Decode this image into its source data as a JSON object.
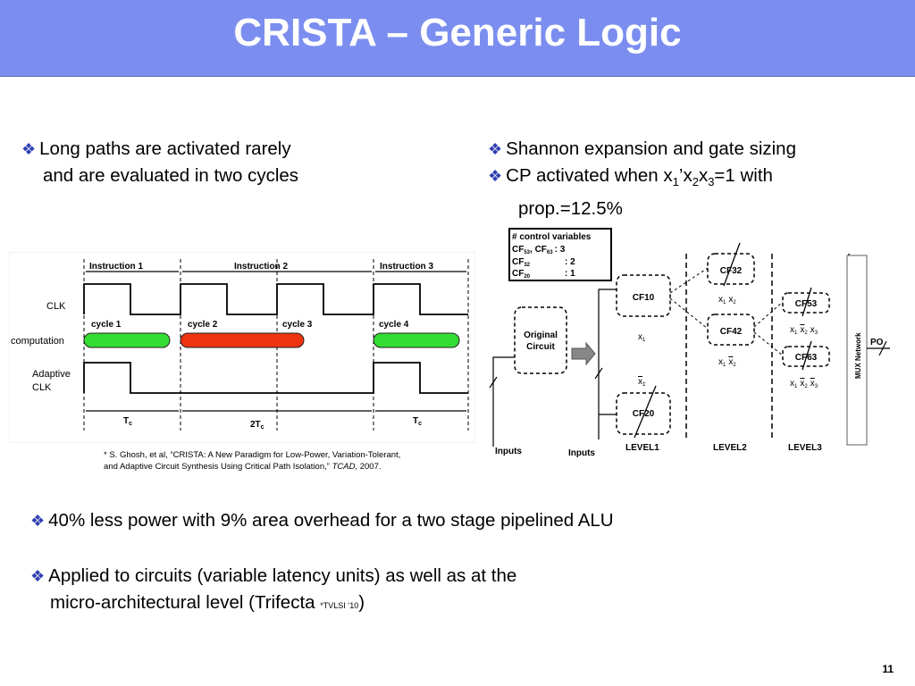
{
  "title": "CRISTA – Generic Logic",
  "left_bullet": {
    "icon": "diamond-bullet-icon",
    "line1": "Long paths are activated rarely",
    "line2": "and are evaluated in two cycles"
  },
  "right_bullets": {
    "b1": "Shannon expansion and gate sizing",
    "b2_pre": "CP activated when x",
    "b2_sub1": "1",
    "b2_mid1": "’x",
    "b2_sub2": "2",
    "b2_mid2": "x",
    "b2_sub3": "3",
    "b2_post": "=1 with",
    "b2_line2": "prop.=12.5%"
  },
  "timing": {
    "instr1": "Instruction 1",
    "instr2": "Instruction 2",
    "instr3": "Instruction 3",
    "clk": "CLK",
    "computation": "computation",
    "adaptive1": "Adaptive",
    "adaptive2": "CLK",
    "cycle1": "cycle 1",
    "cycle2": "cycle 2",
    "cycle3": "cycle 3",
    "cycle4": "cycle 4",
    "tc": "T",
    "tc_sub": "c",
    "two": "2T",
    "colors": {
      "green": "#33dd33",
      "red": "#ee3311"
    }
  },
  "citation": {
    "line1": "* S. Ghosh, et al, “CRISTA: A New Paradigm for Low-Power, Variation-Tolerant,",
    "line2_pre": "and Adaptive Circuit Synthesis Using Critical Path Isolation,”",
    "line2_it": "TCAD,",
    "line2_post": "2007."
  },
  "shannon": {
    "cv_title": "# control variables",
    "cv_r1a": "CF",
    "cv_r1s": "53",
    "cv_r1b": ", CF",
    "cv_r1s2": "63",
    "cv_r1v": ": 3",
    "cv_r2a": "CF",
    "cv_r2s": "32",
    "cv_r2v": ": 2",
    "cv_r3a": "CF",
    "cv_r3s": "20",
    "cv_r3v": ": 1",
    "orig1": "Original",
    "orig2": "Circuit",
    "cf10": "CF10",
    "cf20": "CF20",
    "cf32": "CF32",
    "cf42": "CF42",
    "cf53": "CF53",
    "cf63": "CF63",
    "x1": "x",
    "s1": "1",
    "s2": "2",
    "s3": "3",
    "inputs": "Inputs",
    "level1": "LEVEL1",
    "level2": "LEVEL2",
    "level3": "LEVEL3",
    "mux": "MUX Network",
    "po": "PO"
  },
  "bottom": {
    "b1": "40% less power with 9% area overhead for a two stage pipelined ALU",
    "b2_line1": "Applied to circuits (variable latency units) as well as at the",
    "b2_line2": "micro-architectural level  (Trifecta ",
    "b2_small": "*TVLSI ‘10",
    "b2_close": ")"
  },
  "page_number": "11"
}
